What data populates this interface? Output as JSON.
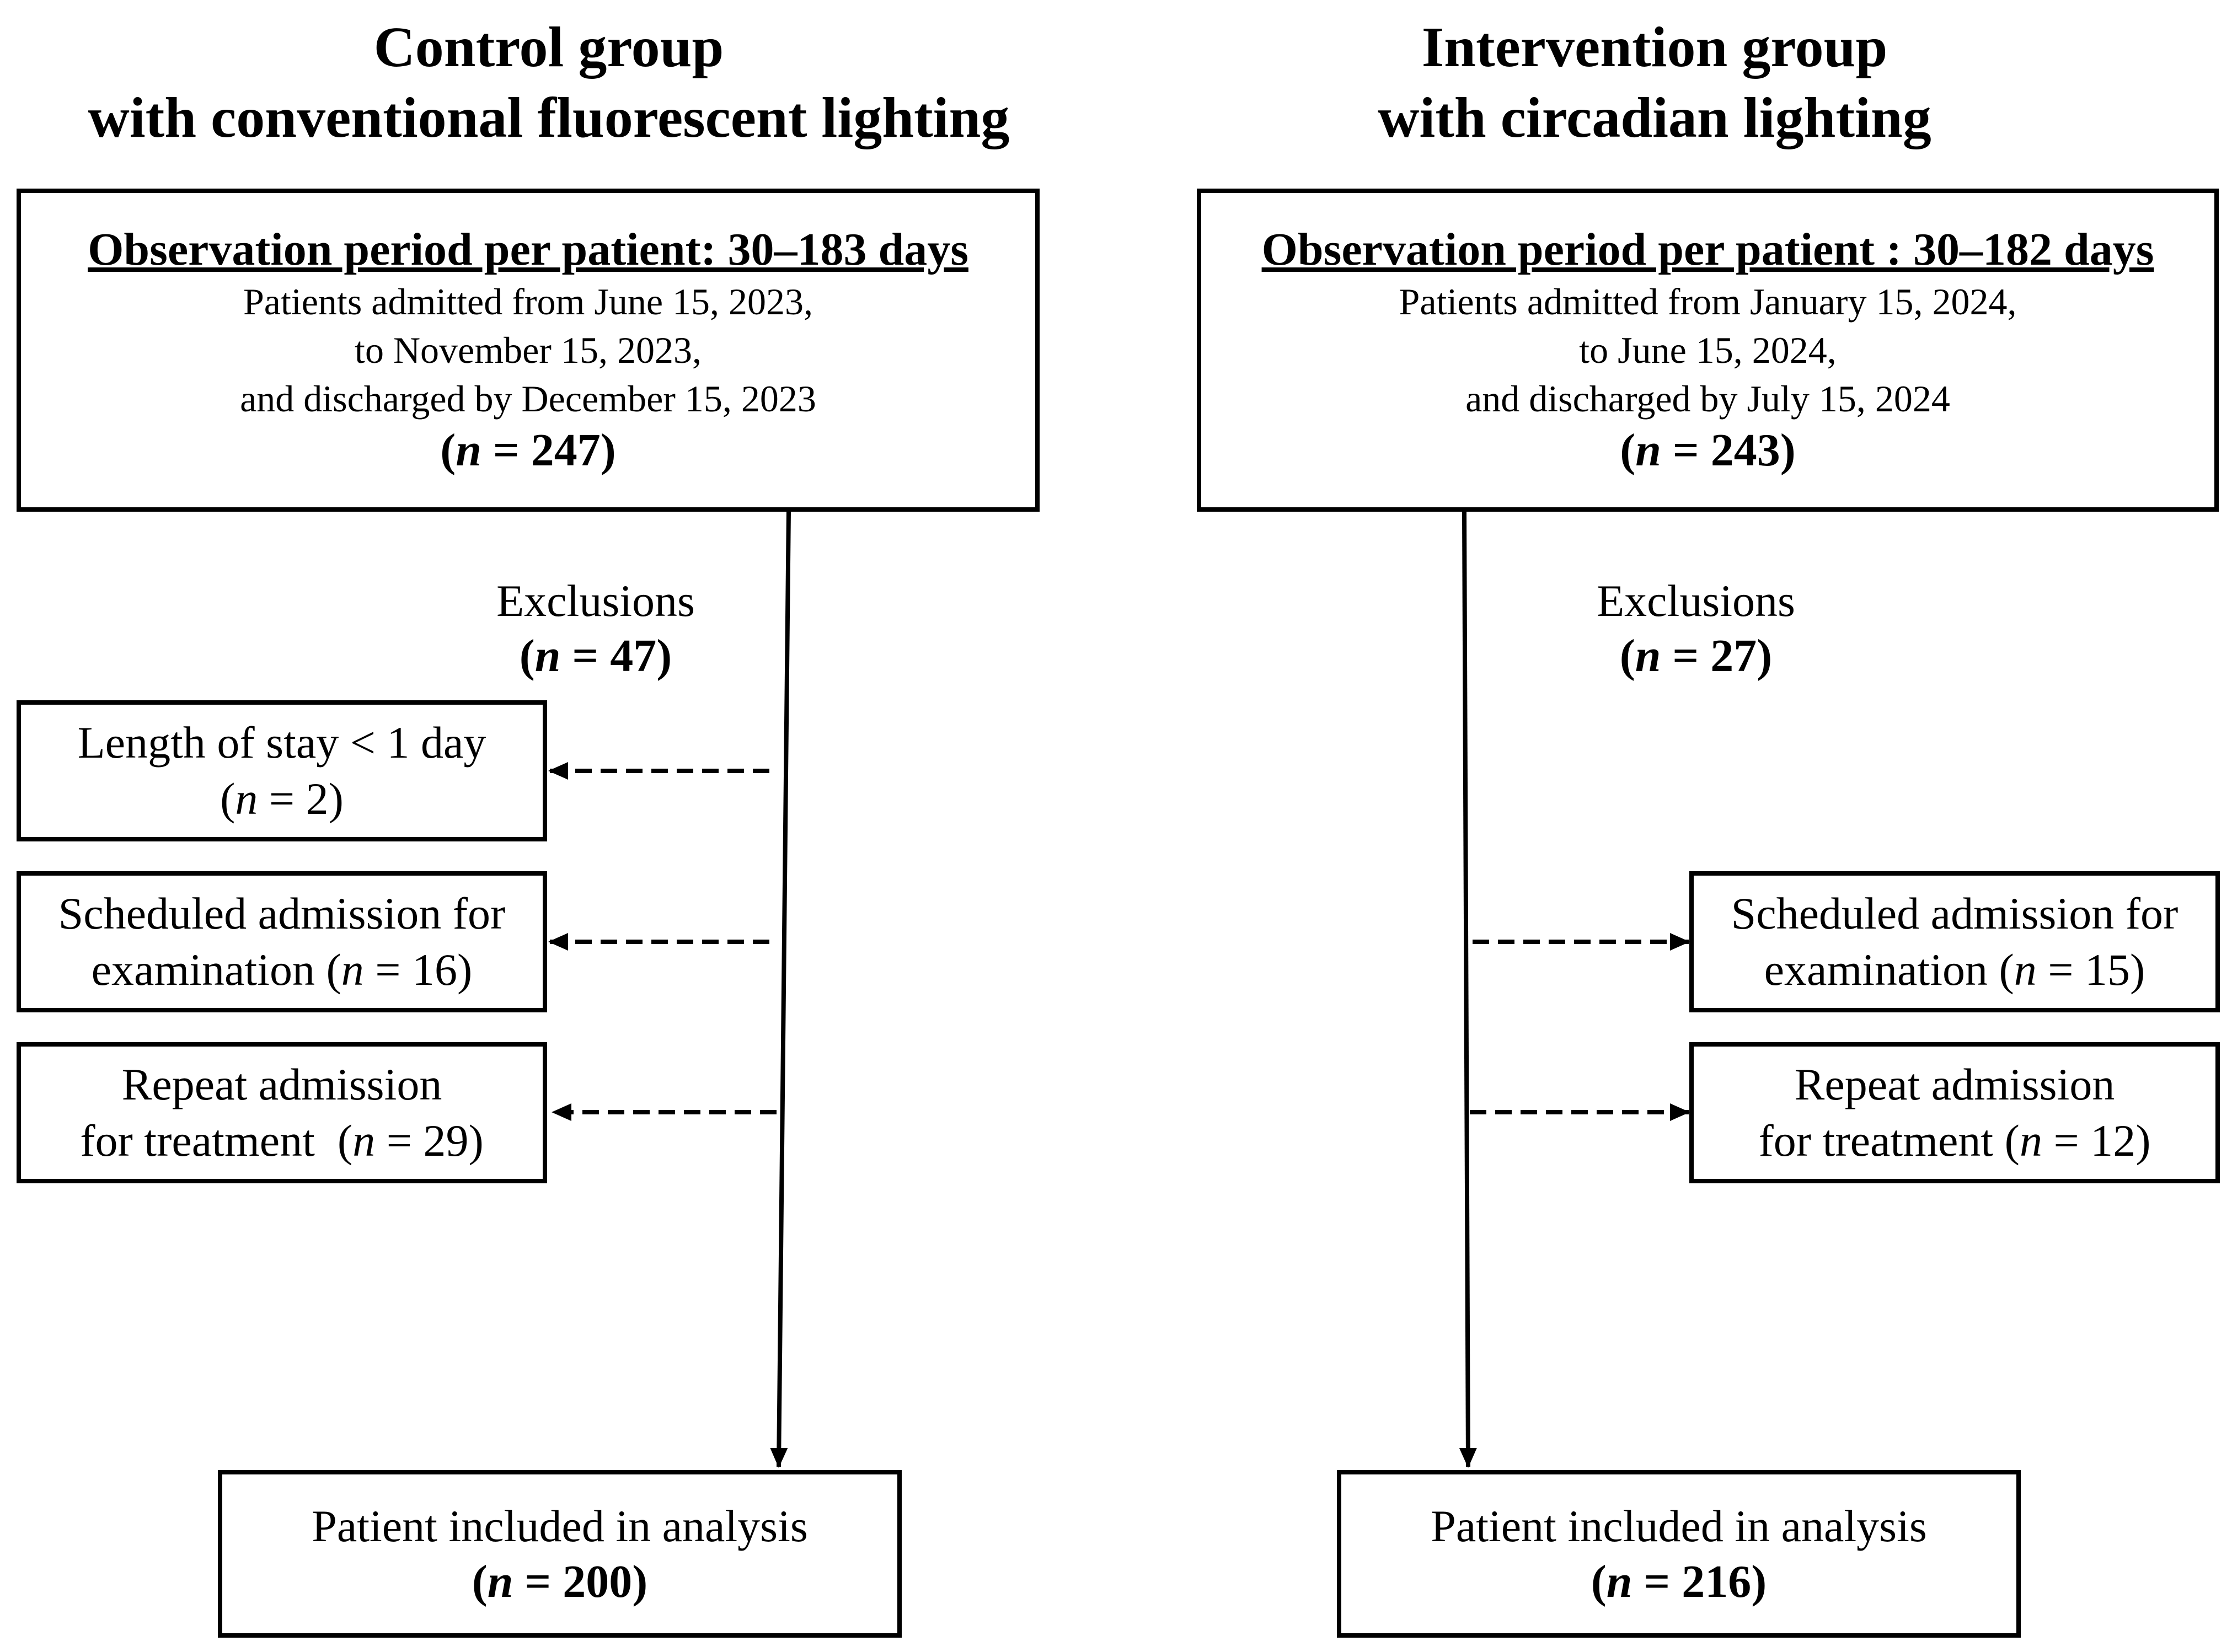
{
  "control": {
    "title_line1": "Control group",
    "title_line2": "with conventional fluorescent lighting",
    "observation": {
      "heading": "Observation period per patient: 30–183 days",
      "line1": "Patients admitted from June 15, 2023,",
      "line2": "to November 15, 2023,",
      "line3": "and discharged by December 15, 2023",
      "count": "247"
    },
    "exclusions": {
      "label": "Exclusions",
      "count": "47"
    },
    "reasons": [
      {
        "line1": "Length of stay < 1 day",
        "prefix": "(",
        "count": "2",
        "suffix": ")"
      },
      {
        "line1": "Scheduled admission for",
        "prefix": "examination (",
        "count": "16",
        "suffix": ")"
      },
      {
        "line1": "Repeat admission",
        "prefix": "for treatment  (",
        "count": "29",
        "suffix": ")"
      }
    ],
    "analysis": {
      "label": "Patient included in analysis",
      "count": "200"
    }
  },
  "intervention": {
    "title_line1": "Intervention group",
    "title_line2": "with circadian lighting",
    "observation": {
      "heading": "Observation period per patient : 30–182 days",
      "line1": "Patients admitted from January 15, 2024,",
      "line2": "to June 15, 2024,",
      "line3": "and discharged by July 15, 2024",
      "count": "243"
    },
    "exclusions": {
      "label": "Exclusions",
      "count": "27"
    },
    "reasons": [
      {
        "line1": "Scheduled admission for",
        "prefix": "examination (",
        "count": "15",
        "suffix": ")"
      },
      {
        "line1": "Repeat admission",
        "prefix": "for treatment (",
        "count": "12",
        "suffix": ")"
      }
    ],
    "analysis": {
      "label": "Patient included in analysis",
      "count": "216"
    }
  },
  "n_symbol": "n",
  "equals": " = "
}
